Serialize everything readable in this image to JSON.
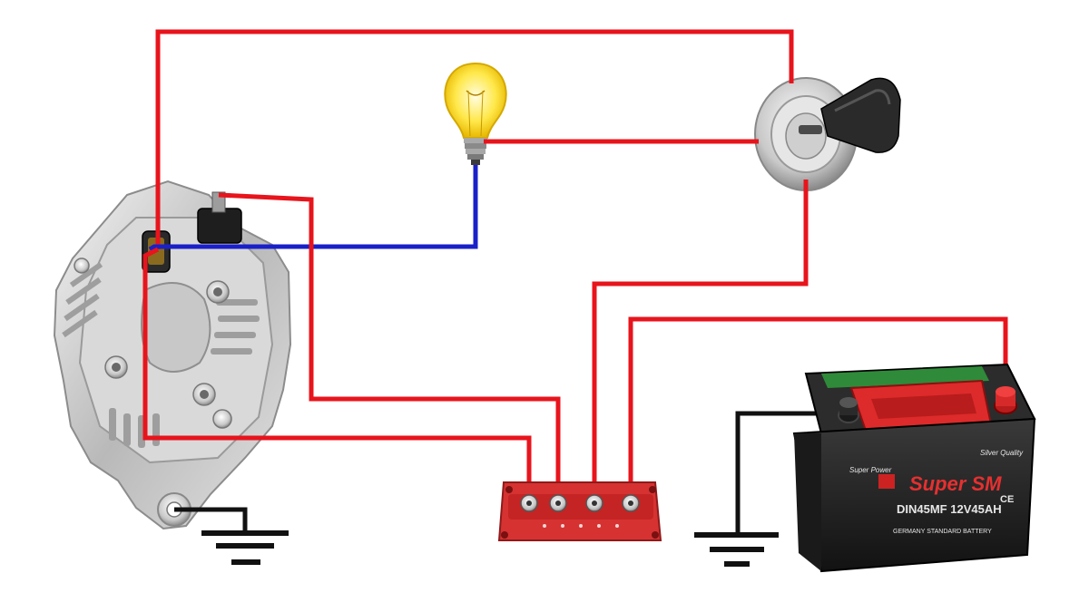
{
  "battery": {
    "brand": "Super SM",
    "model": "DIN45MF 12V45AH",
    "tagline_left": "Super Power",
    "tagline_right": "Silver Quality",
    "standard": "GERMANY STANDARD BATTERY",
    "mark": "CE"
  },
  "colors": {
    "positive_wire": "#e8141c",
    "signal_wire": "#1a20c8",
    "ground_wire": "#111111"
  },
  "icons": [
    "alternator-icon",
    "bulb-icon",
    "ignition-key-icon",
    "bus-bar-icon",
    "battery-icon",
    "ground-symbol-icon"
  ]
}
